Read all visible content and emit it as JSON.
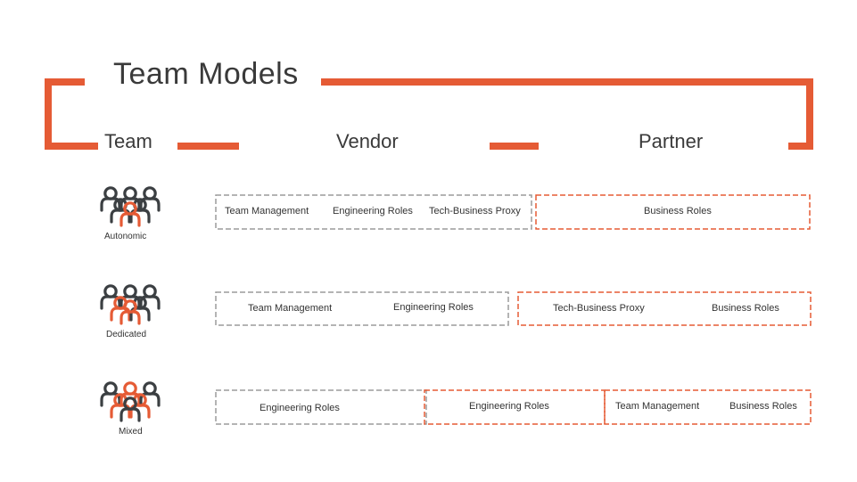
{
  "title": "Team Models",
  "columns": [
    "Team",
    "Vendor",
    "Partner"
  ],
  "colors": {
    "accent": "#E55B35",
    "gray": "#9B9B9B",
    "text": "#333333",
    "dark_icon": "#3B3F42"
  },
  "models": [
    {
      "name": "Autonomic",
      "icon": "team-icon-one-highlighted",
      "vendor_labels": [
        "Team Management",
        "Engineering Roles",
        "Tech-Business Proxy"
      ],
      "partner_labels": [
        "Business Roles"
      ]
    },
    {
      "name": "Dedicated",
      "icon": "team-icon-two-highlighted",
      "vendor_labels": [
        "Team Management",
        "Engineering Roles"
      ],
      "partner_labels": [
        "Tech-Business Proxy",
        "Business Roles"
      ]
    },
    {
      "name": "Mixed",
      "icon": "team-icon-mixed",
      "vendor_labels": [
        "Engineering Roles"
      ],
      "shared_labels": [
        "Engineering Roles"
      ],
      "partner_labels": [
        "Team Management",
        "Business Roles"
      ]
    }
  ]
}
